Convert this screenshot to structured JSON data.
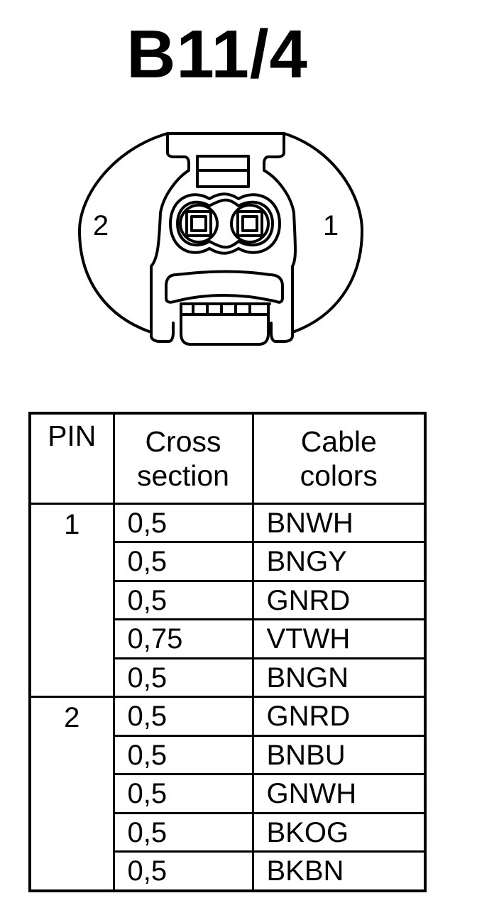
{
  "title": "B11/4",
  "connector": {
    "pin_left_label": "2",
    "pin_right_label": "1"
  },
  "table": {
    "headers": {
      "pin": "PIN",
      "cross_line1": "Cross",
      "cross_line2": "section",
      "color_line1": "Cable",
      "color_line2": "colors"
    },
    "groups": [
      {
        "pin": "1",
        "rows": [
          {
            "cross": "0,5",
            "color": "BNWH"
          },
          {
            "cross": "0,5",
            "color": "BNGY"
          },
          {
            "cross": "0,5",
            "color": "GNRD"
          },
          {
            "cross": "0,75",
            "color": "VTWH"
          },
          {
            "cross": "0,5",
            "color": "BNGN"
          }
        ]
      },
      {
        "pin": "2",
        "rows": [
          {
            "cross": "0,5",
            "color": "GNRD"
          },
          {
            "cross": "0,5",
            "color": "BNBU"
          },
          {
            "cross": "0,5",
            "color": "GNWH"
          },
          {
            "cross": "0,5",
            "color": "BKOG"
          },
          {
            "cross": "0,5",
            "color": "BKBN"
          }
        ]
      }
    ]
  }
}
